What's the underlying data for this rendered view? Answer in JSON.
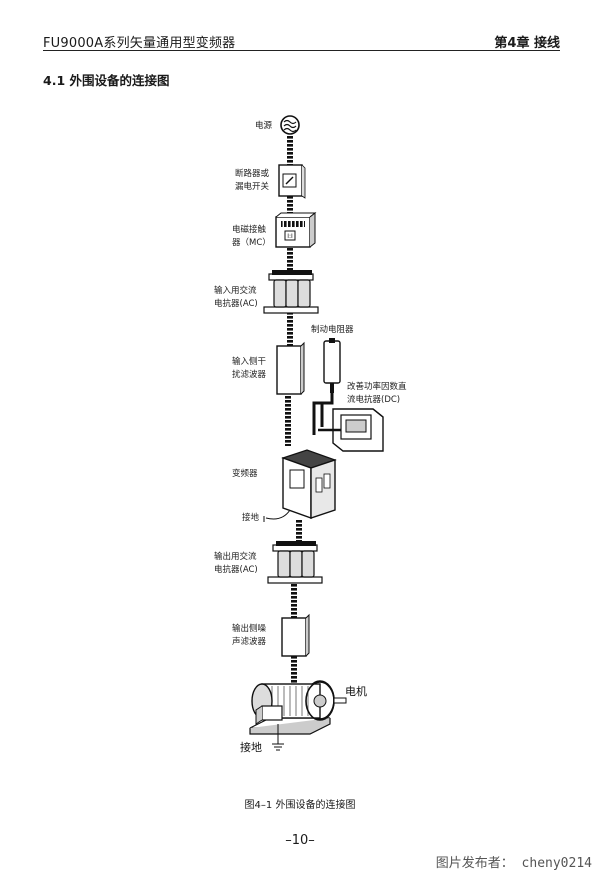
{
  "header": {
    "left": "FU9000A系列矢量通用型变频器",
    "right": "第4章  接线"
  },
  "section": {
    "title": "4.1 外围设备的连接图"
  },
  "labels": {
    "power": "电源",
    "breaker_1": "断路器或",
    "breaker_2": "漏电开关",
    "contactor_1": "电磁接触",
    "contactor_2": "器（MC）",
    "input_reactor_1": "输入用交流",
    "input_reactor_2": "电抗器(AC)",
    "brake_resistor": "制动电阻器",
    "input_filter_1": "输入侧干",
    "input_filter_2": "扰滤波器",
    "dc_reactor_1": "改善功率因数直",
    "dc_reactor_2": "流电抗器(DC)",
    "inverter": "变频器",
    "ground_1": "接地",
    "output_reactor_1": "输出用交流",
    "output_reactor_2": "电抗器(AC)",
    "output_filter_1": "输出侧噪",
    "output_filter_2": "声滤波器",
    "motor": "电机",
    "ground_2": "接地"
  },
  "caption": "图4–1  外围设备的连接图",
  "page_number": "–10–",
  "watermark": "图片发布者： cheny0214"
}
